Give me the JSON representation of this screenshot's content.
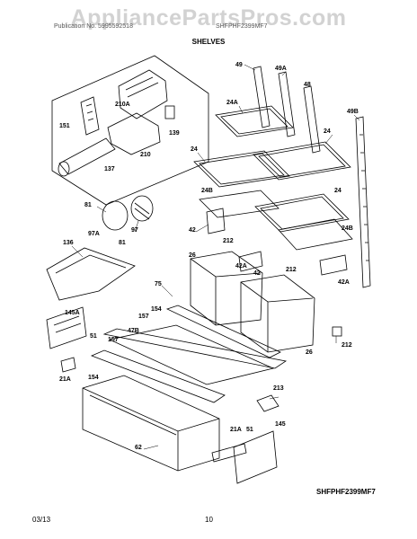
{
  "watermark": "AppliancePartsPros.com",
  "header": {
    "left": "Publication No. 5995592518",
    "right": "SHFPHF2399MF7"
  },
  "title": "SHELVES",
  "diagram_code": "SHFPHF2399MF7",
  "footer": {
    "date": "03/13",
    "page": "10"
  },
  "callouts": [
    "49",
    "49A",
    "48",
    "24A",
    "49B",
    "24",
    "24",
    "24B",
    "24",
    "42",
    "212",
    "24B",
    "42A",
    "26",
    "42",
    "42A",
    "212",
    "75",
    "154",
    "157",
    "26",
    "212",
    "145A",
    "51",
    "157",
    "47B",
    "21A",
    "154",
    "213",
    "62",
    "21A",
    "51",
    "145",
    "151",
    "210A",
    "139",
    "210",
    "137",
    "81",
    "97A",
    "81",
    "97",
    "136"
  ]
}
